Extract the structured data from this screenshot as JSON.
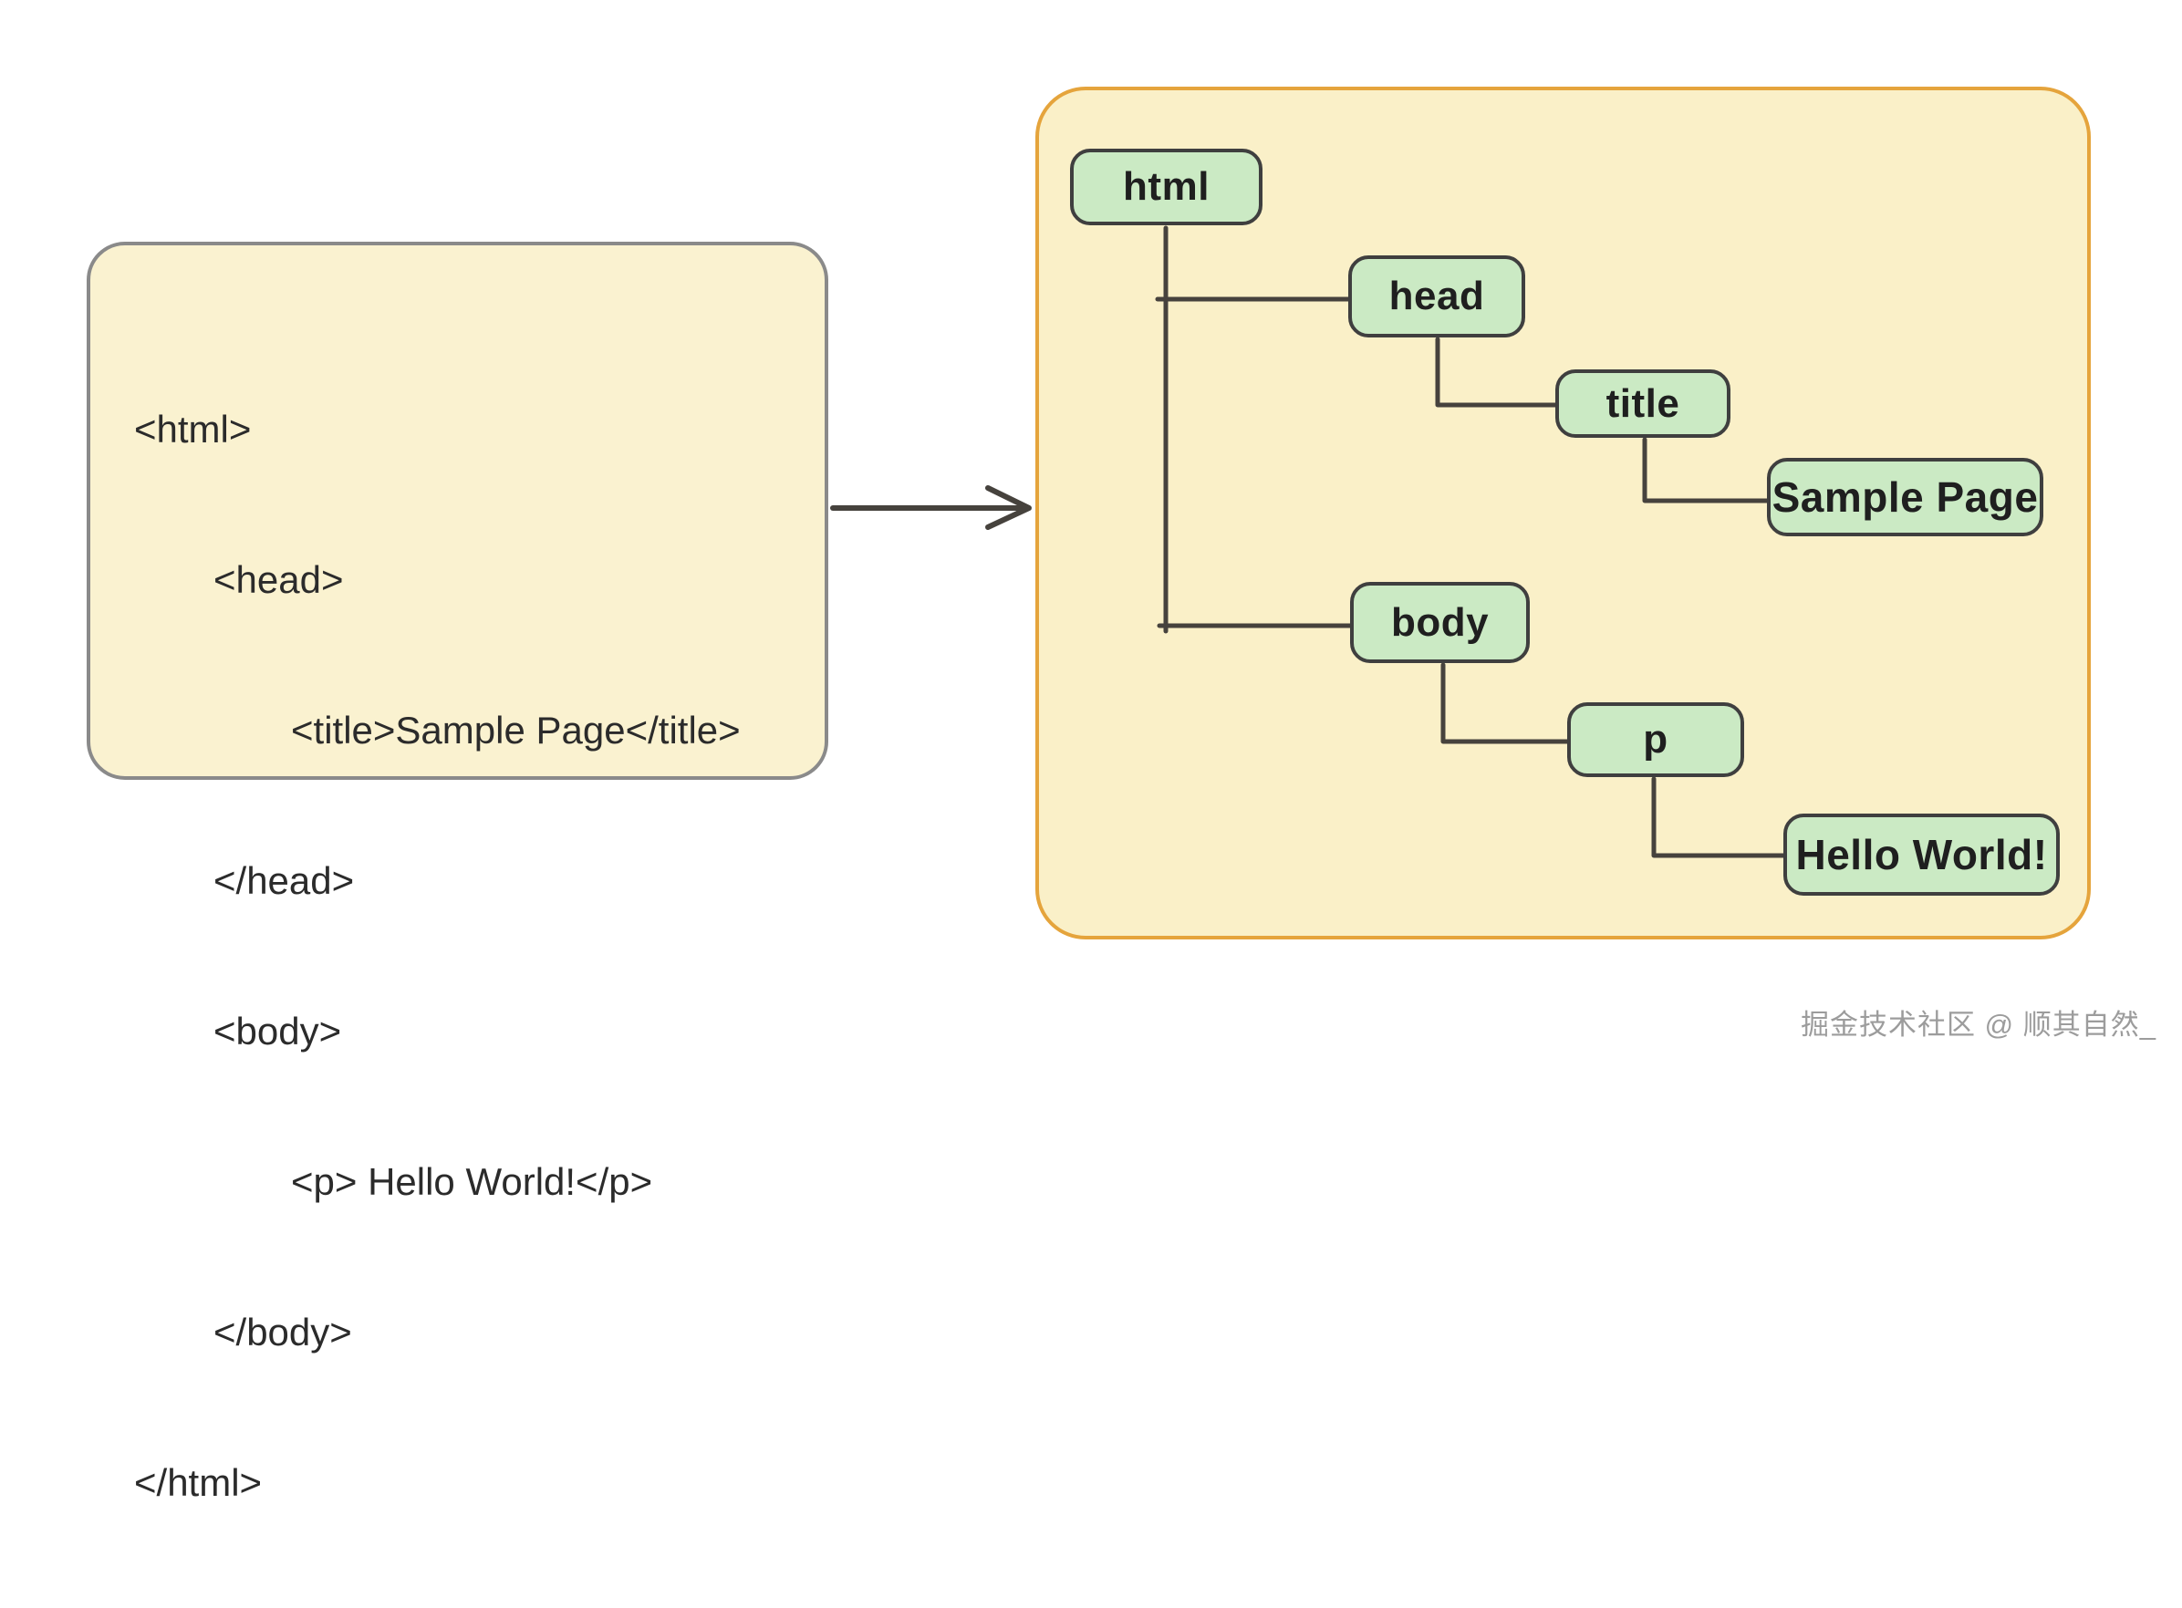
{
  "theme": {
    "page_bg": "#ffffff",
    "yellow_fill": "#FAF2D0",
    "panel_fill": "#FAF0C8",
    "code_box_border": "#8A8A8A",
    "panel_border": "#E5A43C",
    "node_fill": "#CBEAC4",
    "node_border": "#3F3F3F",
    "stroke": "#46423D",
    "code_text": "#2B2B2B",
    "node_text": "#1F1F1F",
    "watermark_color": "#9C9C9C"
  },
  "code_panel": {
    "lines": [
      {
        "indent": 0,
        "text": "<html>"
      },
      {
        "indent": 1,
        "text": "<head>"
      },
      {
        "indent": 2,
        "text": "<title>Sample Page</title>"
      },
      {
        "indent": 1,
        "text": "</head>"
      },
      {
        "indent": 1,
        "text": "<body>"
      },
      {
        "indent": 2,
        "text": "<p> Hello World!</p>"
      },
      {
        "indent": 1,
        "text": "</body>"
      },
      {
        "indent": 0,
        "text": "</html>"
      }
    ]
  },
  "arrow": {
    "direction": "right"
  },
  "tree_panel": {
    "nodes": [
      {
        "id": "html",
        "label": "html",
        "parent": null
      },
      {
        "id": "head",
        "label": "head",
        "parent": "html"
      },
      {
        "id": "title",
        "label": "title",
        "parent": "head"
      },
      {
        "id": "sample-page",
        "label": "Sample Page",
        "parent": "title"
      },
      {
        "id": "body",
        "label": "body",
        "parent": "html"
      },
      {
        "id": "p",
        "label": "p",
        "parent": "body"
      },
      {
        "id": "hello-world",
        "label": "Hello World!",
        "parent": "p"
      }
    ]
  },
  "watermark": {
    "text": "掘金技术社区 @ 顺其自然_"
  }
}
